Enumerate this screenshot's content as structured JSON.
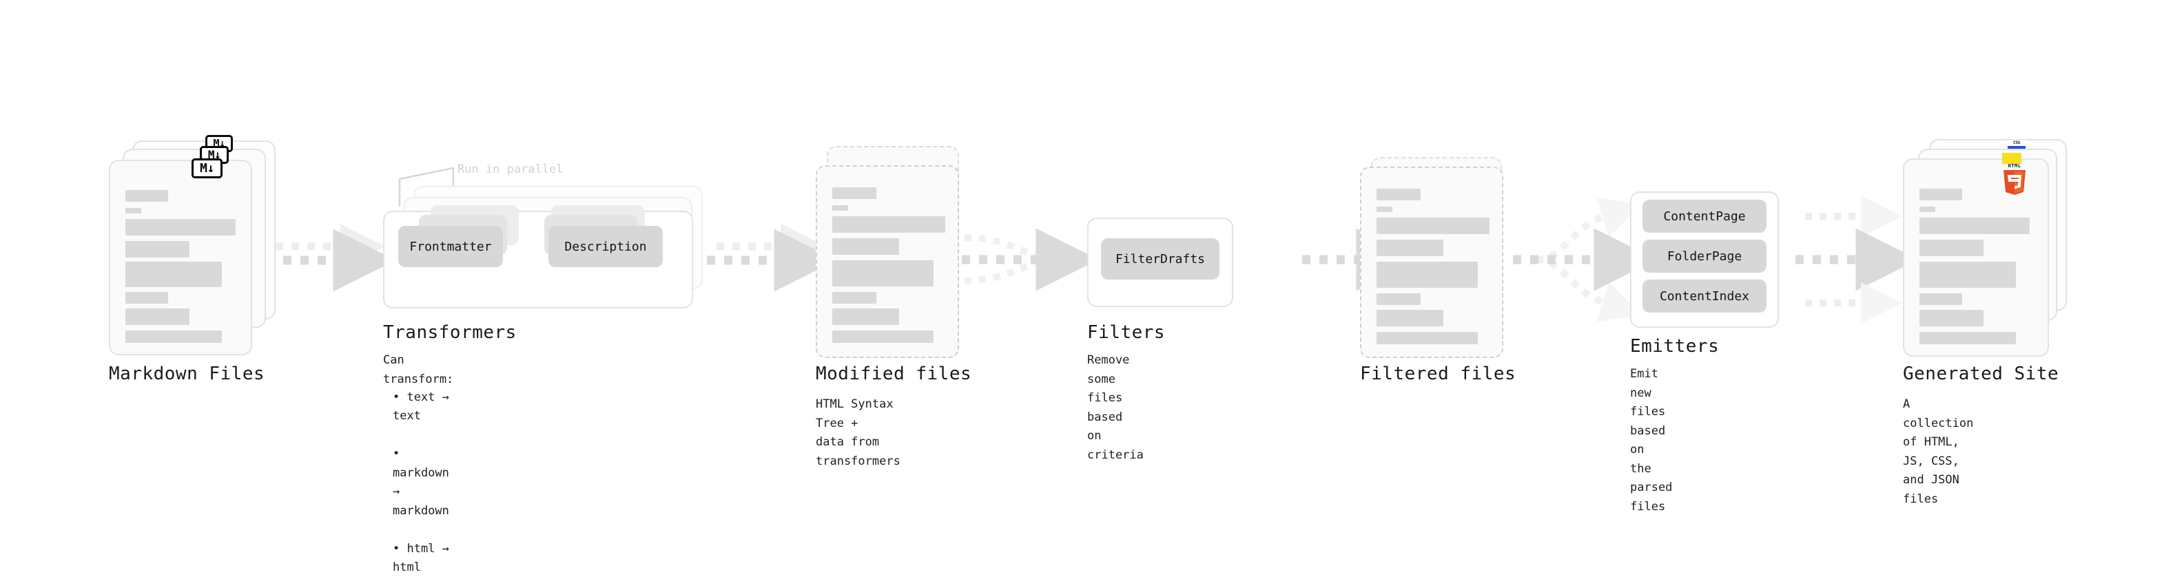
{
  "diagram": {
    "title": "Quartz build pipeline",
    "type": "flow",
    "palette": {
      "skeleton": "#d9d9d9",
      "card_bg": "#fafafa",
      "card_border": "#e2e2e2",
      "chip_bg": "#d7d7d7",
      "arrow": "#d9d9d9",
      "text": "#1a1a1a",
      "muted": "#d2d2d2",
      "html5_orange": "#e44d26",
      "html5_orange_light": "#f16529",
      "js_yellow": "#f7df1e",
      "css_blue": "#264de4"
    }
  },
  "stages": [
    {
      "id": "markdown-files",
      "title": "Markdown Files",
      "subtitle": "",
      "icon": "markdown-icon",
      "icon_label": "M",
      "card_count": 3,
      "card_style": "solid"
    },
    {
      "id": "transformers",
      "title": "Transformers",
      "subtitle": "Can transform:",
      "bullets": [
        "• text → text",
        "• markdown → markdown",
        "• html → html"
      ],
      "callout": "Run in parallel",
      "plugins": [
        "Frontmatter",
        "Description"
      ],
      "layer_count": 3,
      "card_style": "panel"
    },
    {
      "id": "modified-files",
      "title": "Modified files",
      "subtitle": "HTML Syntax Tree +\ndata from transformers",
      "card_count": 2,
      "card_style": "dashed"
    },
    {
      "id": "filters",
      "title": "Filters",
      "subtitle": "Remove some files based\non criteria",
      "plugins": [
        "FilterDrafts"
      ],
      "card_style": "panel"
    },
    {
      "id": "filtered-files",
      "title": "Filtered files",
      "subtitle": "",
      "card_count": 2,
      "card_style": "dashed"
    },
    {
      "id": "emitters",
      "title": "Emitters",
      "subtitle": "Emit new files based on\nthe parsed files",
      "plugins": [
        "ContentPage",
        "FolderPage",
        "ContentIndex"
      ],
      "card_style": "panel"
    },
    {
      "id": "generated-site",
      "title": "Generated Site",
      "subtitle": "A collection of HTML,\nJS, CSS, and JSON files",
      "icons": [
        "html5-icon",
        "js-icon",
        "css3-icon"
      ],
      "icon_labels": {
        "html5": "HTML",
        "html5_num": "5",
        "css": "CSS"
      },
      "card_count": 3,
      "card_style": "solid"
    }
  ],
  "connectors": [
    {
      "id": "md-to-transformers",
      "style": "dotted-arrow",
      "fan": "parallel-2"
    },
    {
      "id": "transformers-to-modified",
      "style": "dotted-arrow",
      "fan": "parallel-2"
    },
    {
      "id": "modified-to-filters",
      "style": "dotted-arrow",
      "fan": "merge-3"
    },
    {
      "id": "filters-to-filtered",
      "style": "dotted-arrow",
      "fan": "single"
    },
    {
      "id": "filtered-to-emitters",
      "style": "dotted-arrow",
      "fan": "split-3"
    },
    {
      "id": "emitters-to-site",
      "style": "dotted-arrow",
      "fan": "parallel-3"
    }
  ]
}
